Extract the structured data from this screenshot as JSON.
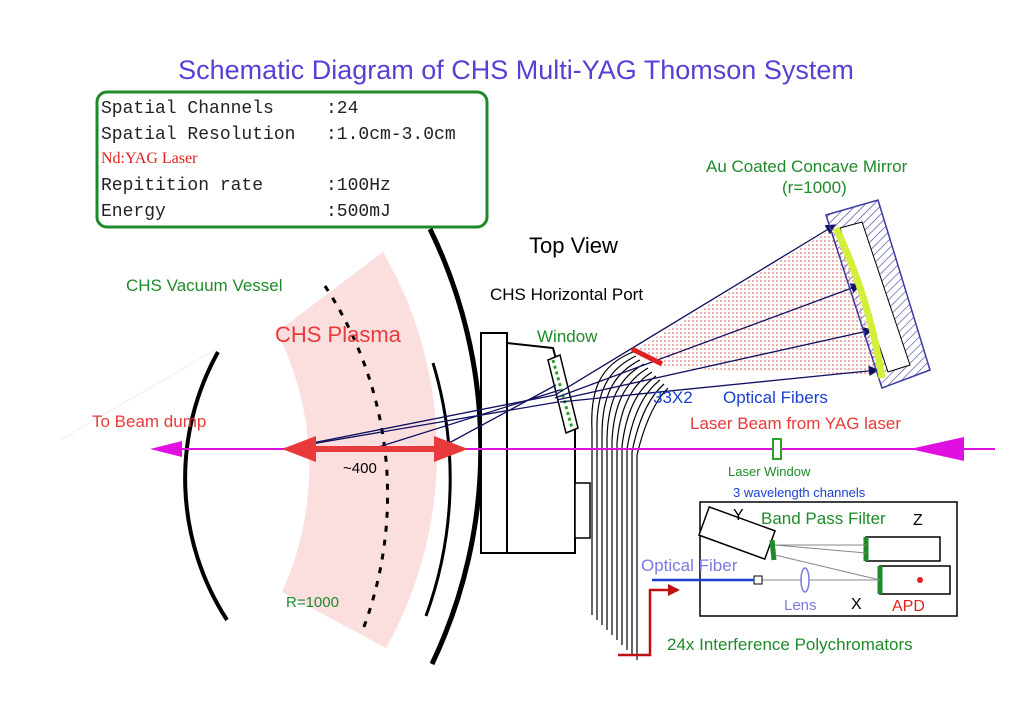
{
  "title": "Schematic Diagram of CHS Multi-YAG Thomson System",
  "specs": [
    {
      "label": "Spatial Channels",
      "value": ":24"
    },
    {
      "label": "Spatial Resolution",
      "value": ":1.0cm-3.0cm"
    },
    {
      "label": "Nd:YAG Laser",
      "value": ""
    },
    {
      "label": "Repitition rate",
      "value": ":100Hz"
    },
    {
      "label": "Energy",
      "value": ":500mJ"
    }
  ],
  "labels": {
    "top_view": "Top View",
    "vacuum_vessel": "CHS Vacuum Vessel",
    "plasma": "CHS Plasma",
    "horizontal_port": "CHS Horizontal Port",
    "window": "Window",
    "mirror_line1": "Au Coated Concave Mirror",
    "mirror_line2": "(r=1000)",
    "fiber_count": "33X2",
    "optical_fibers": "Optical Fibers",
    "beam_dump": "To Beam dump",
    "laser_beam": "Laser Beam from YAG laser",
    "laser_window": "Laser Window",
    "distance": "~400",
    "radius": "R=1000",
    "wavelength_channels": "3 wavelength channels",
    "band_pass_filter": "Band Pass Filter",
    "y": "Y",
    "z": "Z",
    "x": "X",
    "optical_fiber": "Optical Fiber",
    "lens": "Lens",
    "apd": "APD",
    "polychromators": "24x Interference Polychromators"
  },
  "colors": {
    "title": "#5a3fd6",
    "green": "#1f8a2a",
    "red": "#e83a3a",
    "blue": "#1a3fd0",
    "magenta": "#e010e0",
    "navy": "#101060",
    "plasma_fill": "#fbdede",
    "mirror_hatch": "#3a3aa0",
    "mirror_yellow": "#d4ef3a",
    "lavender": "#7a7ae0"
  }
}
